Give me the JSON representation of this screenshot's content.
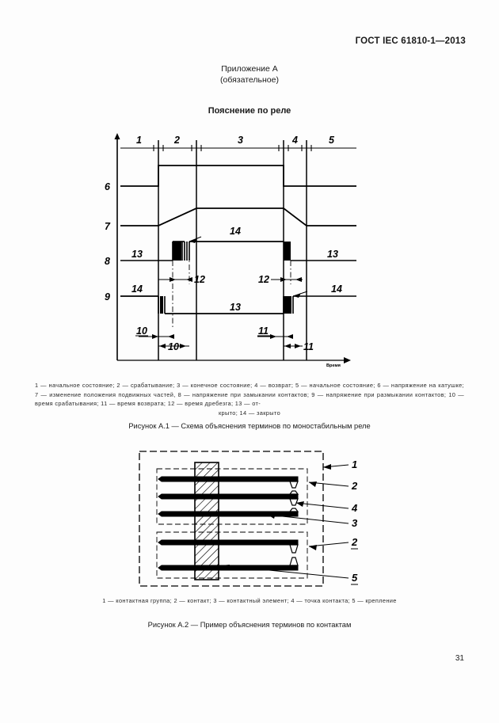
{
  "header": {
    "standard_ref": "ГОСТ IEC 61810-1—2013"
  },
  "annex": {
    "line1": "Приложение А",
    "line2": "(обязательное)"
  },
  "section": {
    "title": "Пояснение по реле"
  },
  "figure1": {
    "phase_labels": [
      "1",
      "2",
      "3",
      "4",
      "5"
    ],
    "axis_labels": [
      "6",
      "7",
      "8",
      "9"
    ],
    "time_axis_label": "Время",
    "state_labels": {
      "open": "13",
      "closed": "14"
    },
    "trace8_left_label": "13",
    "trace8_right_label": "13",
    "trace8_mid_label": "14",
    "trace9_left_label": "14",
    "trace9_right_label": "14",
    "trace9_mid_label": "13",
    "bounce_labels": [
      "12",
      "12"
    ],
    "operate_time_labels": [
      "10",
      "10"
    ],
    "release_time_labels": [
      "11",
      "11"
    ],
    "caption": "Рисунок А.1 — Схема объяснения терминов по моностабильным реле",
    "legend": "1 — начальное состояние; 2 — срабатывание; 3 — конечное состояние; 4 — возврат; 5 — начальное состояние; 6 — напряжение на катушке; 7 — изменение положения подвижных частей, 8 — напряжение при замыкании контактов; 9 — напряжение при размыкании  контактов; 10 — время срабатывания;  11 — время возврата; 12 — время дребезга; 13 — от-",
    "legend_last_line": "крыто; 14 — закрыто"
  },
  "figure2": {
    "callouts": [
      "1",
      "2",
      "4",
      "3",
      "2",
      "5"
    ],
    "caption": "Рисунок А.2 — Пример объяснения терминов по контактам",
    "legend": "1 — контактная группа; 2 — контакт; 3 — контактный элемент; 4 — точка контакта; 5 — крепление"
  },
  "footer": {
    "page_number": "31"
  }
}
